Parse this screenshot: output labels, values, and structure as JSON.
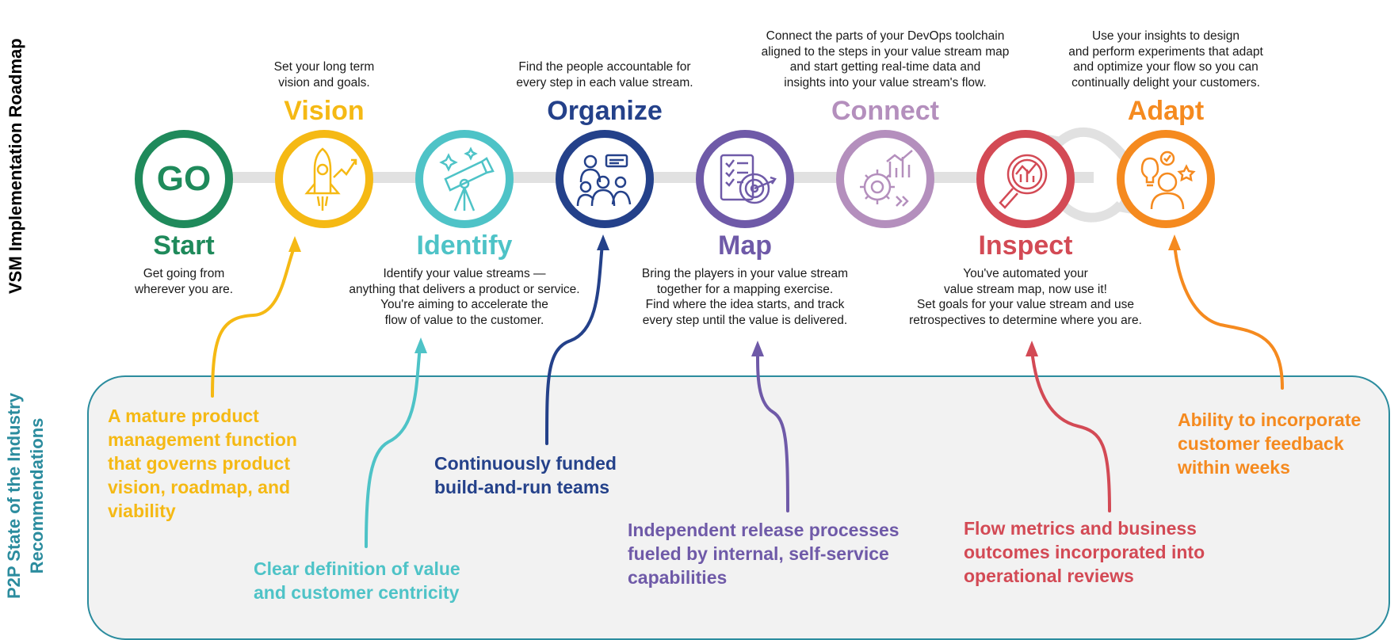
{
  "side_labels": {
    "roadmap": "VSM Implementation Roadmap",
    "recommendations_line1": "P2P State of the Industry",
    "recommendations_line2": "Recommendations"
  },
  "steps": [
    {
      "title": "Start",
      "color": "#1f8a5b",
      "icon": "go-text",
      "go": "GO",
      "desc": [
        "Get going from",
        "wherever you are."
      ]
    },
    {
      "title": "Vision",
      "color": "#f5b914",
      "icon": "rocket-icon",
      "desc": [
        "Set your long term",
        "vision and goals."
      ]
    },
    {
      "title": "Identify",
      "color": "#4ec3c7",
      "icon": "telescope-icon",
      "desc": [
        "Identify your value streams —",
        "anything that delivers a product or service.",
        "You're aiming to accelerate the",
        "flow of value to the customer."
      ]
    },
    {
      "title": "Organize",
      "color": "#24418a",
      "icon": "team-icon",
      "desc": [
        "Find the people accountable for",
        "every step in each value stream."
      ]
    },
    {
      "title": "Map",
      "color": "#6f5aa8",
      "icon": "target-checklist-icon",
      "desc": [
        "Bring the players in your value stream",
        "together for a mapping exercise.",
        "Find where the idea starts, and track",
        "every step until the value is delivered."
      ]
    },
    {
      "title": "Connect",
      "color": "#b48fbd",
      "icon": "gear-chart-icon",
      "desc": [
        "Connect the parts of your DevOps toolchain",
        "aligned to the steps in your value stream map",
        "and start getting real-time data and",
        "insights into your value stream's flow."
      ]
    },
    {
      "title": "Inspect",
      "color": "#d34a55",
      "icon": "magnifier-chart-icon",
      "desc": [
        "You've automated your",
        "value stream map, now use it!",
        "Set goals for your value stream and use",
        "retrospectives to determine where you are."
      ]
    },
    {
      "title": "Adapt",
      "color": "#f58a1f",
      "icon": "idea-person-icon",
      "desc": [
        "Use your insights to design",
        "and perform experiments that adapt",
        "and optimize your flow so you can",
        "continually delight your customers."
      ]
    }
  ],
  "recommendations": [
    {
      "color": "#f5b914",
      "lines": [
        "A mature product",
        "management function",
        "that governs product",
        "vision, roadmap, and",
        "viability"
      ]
    },
    {
      "color": "#4ec3c7",
      "lines": [
        "Clear definition of value",
        "and customer centricity"
      ]
    },
    {
      "color": "#24418a",
      "lines": [
        "Continuously funded",
        "build-and-run teams"
      ]
    },
    {
      "color": "#6f5aa8",
      "lines": [
        "Independent release processes",
        "fueled by internal, self-service",
        "capabilities"
      ]
    },
    {
      "color": "#d34a55",
      "lines": [
        "Flow metrics and business",
        "outcomes incorporated into",
        "operational reviews"
      ]
    },
    {
      "color": "#f58a1f",
      "lines": [
        "Ability to incorporate",
        "customer feedback",
        "within weeks"
      ]
    }
  ]
}
